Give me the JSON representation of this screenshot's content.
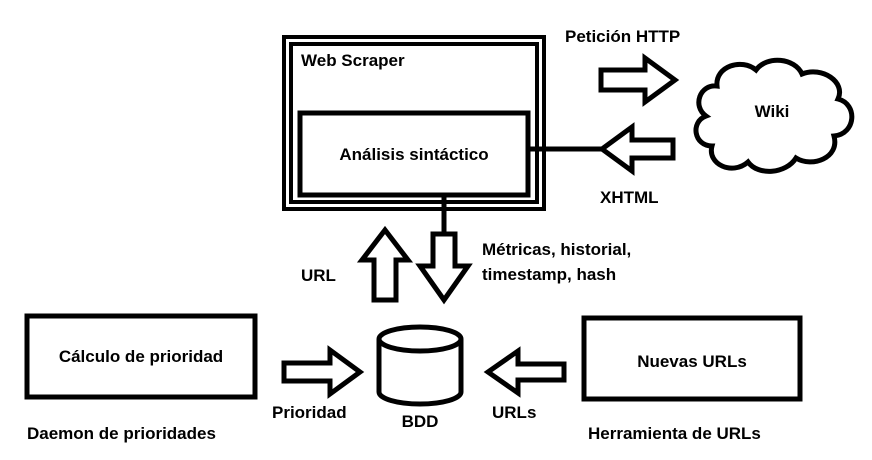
{
  "diagram": {
    "web_scraper": {
      "title": "Web Scraper",
      "parser_label": "Análisis sintáctico"
    },
    "wiki": {
      "label": "Wiki"
    },
    "edges": {
      "http_request": "Petición HTTP",
      "xhtml": "XHTML",
      "url_up": "URL",
      "metrics_line1": "Métricas, historial,",
      "metrics_line2": "timestamp, hash",
      "priority": "Prioridad",
      "urls_in": "URLs"
    },
    "database": {
      "label": "BDD"
    },
    "priority_daemon": {
      "box_label": "Cálculo de prioridad",
      "caption": "Daemon de prioridades"
    },
    "url_tool": {
      "box_label": "Nuevas URLs",
      "caption": "Herramienta de URLs"
    }
  }
}
